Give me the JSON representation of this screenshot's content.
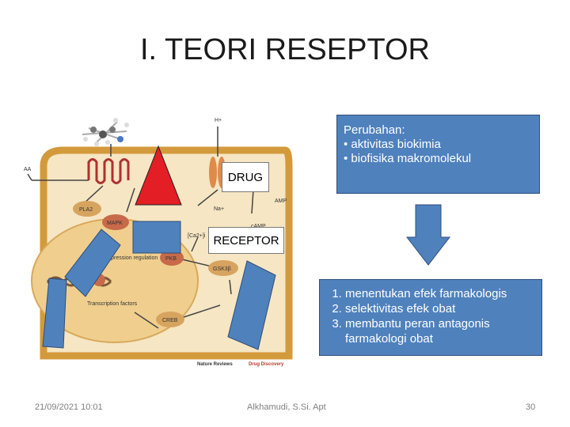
{
  "slide": {
    "title": "I. TEORI RESEPTOR"
  },
  "figure": {
    "labels": {
      "aa": "AA",
      "h_plus": "H+",
      "na_plus": "Na+",
      "amp": "AMP",
      "camp": "cAMP",
      "pla2": "PLA2",
      "mapk": "MAPK",
      "ca2": "[Ca2+]i",
      "pkb": "PKB",
      "gsk3b": "GSK3β",
      "creb": "CREB",
      "expression_regulation": "Expression regulation",
      "transcription_factors": "Transcription factors"
    },
    "credit_source": "Nature Reviews",
    "credit_journal": "Drug Discovery"
  },
  "overlay_labels": {
    "drug": "DRUG",
    "receptor": "RECEPTOR"
  },
  "effect_box": {
    "heading": "Perubahan:",
    "items": [
      "• aktivitas biokimia",
      "• biofisika makromolekul"
    ]
  },
  "uses_box": {
    "items": [
      "menentukan efek farmakologis",
      "selektivitas efek obat",
      "membantu peran antagonis farmakologi obat"
    ]
  },
  "footer": {
    "date": "21/09/2021 10:01",
    "author": "Alkhamudi, S.Si. Apt",
    "page": "30"
  },
  "colors": {
    "shape_blue": "#4f81bd",
    "drug_red": "#e31e24",
    "cell_fill": "#f6e6c3",
    "cell_border": "#d39a3c",
    "nucleus_fill": "#f0cf8e"
  }
}
